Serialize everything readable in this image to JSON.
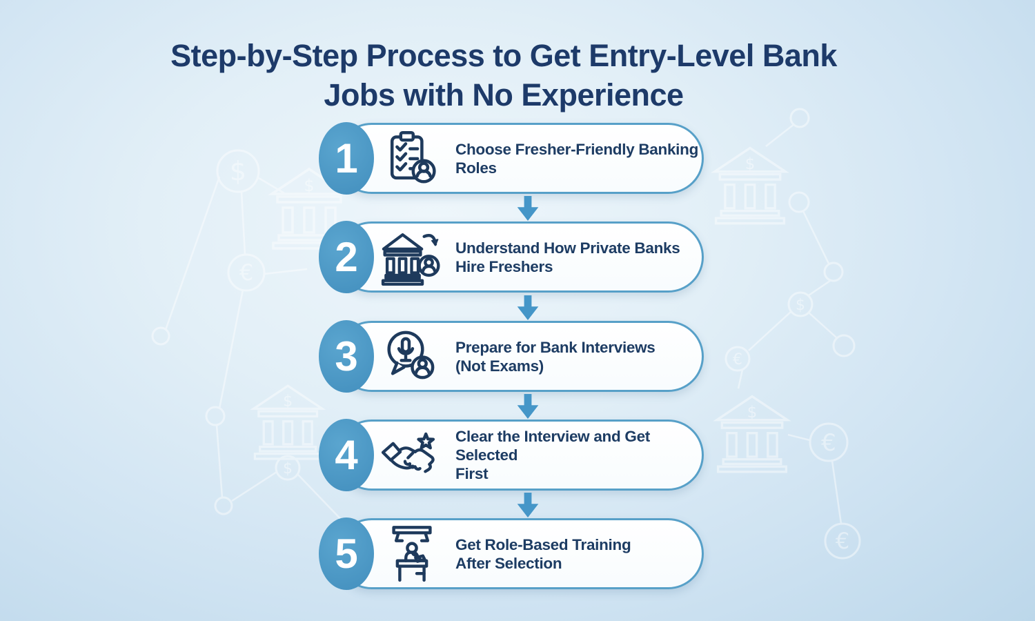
{
  "title": {
    "line1": "Step-by-Step Process to Get Entry-Level Bank",
    "line2": "Jobs with No Experience"
  },
  "steps": [
    {
      "number": "1",
      "label": "Choose Fresher-Friendly Banking\nRoles",
      "icon": "checklist-person-icon"
    },
    {
      "number": "2",
      "label": "Understand How Private Banks\nHire Freshers",
      "icon": "bank-hiring-icon"
    },
    {
      "number": "3",
      "label": "Prepare for Bank Interviews\n(Not Exams)",
      "icon": "interview-microphone-icon"
    },
    {
      "number": "4",
      "label": "Clear the Interview and Get Selected\nFirst",
      "icon": "handshake-star-icon"
    },
    {
      "number": "5",
      "label": "Get Role-Based Training\nAfter Selection",
      "icon": "training-desk-icon"
    }
  ],
  "colors": {
    "background_center": "#eef6fb",
    "background_edge": "#bcd7ea",
    "title_text": "#1d3a69",
    "step_text": "#1d3c63",
    "icon_stroke": "#1e3a5c",
    "badge_blue": "#4e99c6",
    "pill_border": "#57a0c8",
    "pill_background": "#fdfeff",
    "arrow": "#4596c8",
    "number_text": "#ffffff",
    "watermark": "#ffffff"
  },
  "background_icons": [
    "bank-building",
    "dollar-coin",
    "euro-coin",
    "network-node"
  ]
}
